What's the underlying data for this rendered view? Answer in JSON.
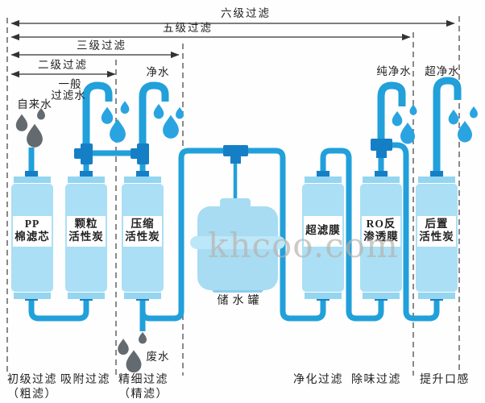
{
  "watermark": "khcoo.com",
  "stage_arrows": [
    {
      "label": "六级过滤"
    },
    {
      "label": "五级过滤"
    },
    {
      "label": "三级过滤"
    },
    {
      "label": "二级过滤"
    }
  ],
  "flow_labels": {
    "tap": "自来水",
    "general_line1": "一般",
    "general_line2": "过滤水",
    "clean": "净水",
    "pure": "纯净水",
    "ultra": "超净水",
    "waste": "废水"
  },
  "filters": [
    {
      "line1": "PP",
      "line2": "棉滤芯"
    },
    {
      "line1": "颗粒",
      "line2": "活性炭"
    },
    {
      "line1": "压缩",
      "line2": "活性炭"
    },
    {
      "line1": "超滤膜",
      "line2": ""
    },
    {
      "line1": "RO反",
      "line2": "渗透膜"
    },
    {
      "line1": "后置",
      "line2": "活性炭"
    }
  ],
  "tank_label": "储水罐",
  "stage_labels": [
    {
      "line1": "初级过滤",
      "line2": "（粗滤）"
    },
    {
      "line1": "吸附过滤",
      "line2": ""
    },
    {
      "line1": "精细过滤",
      "line2": "（精滤）"
    },
    {
      "line1": "净化过滤",
      "line2": ""
    },
    {
      "line1": "除味过滤",
      "line2": ""
    },
    {
      "line1": "提升口感",
      "line2": ""
    }
  ],
  "colors": {
    "pipe": "#21a0da",
    "fitting": "#157fc6",
    "water_drop": "#2aa4e1",
    "gray_drop": "#636a70",
    "vessel_body": "#abdff5",
    "vessel_cap": "#94d5f0",
    "tank_band": "#bce7f8",
    "dashed_line": "#4b4b4b",
    "arrow": "#333333"
  }
}
